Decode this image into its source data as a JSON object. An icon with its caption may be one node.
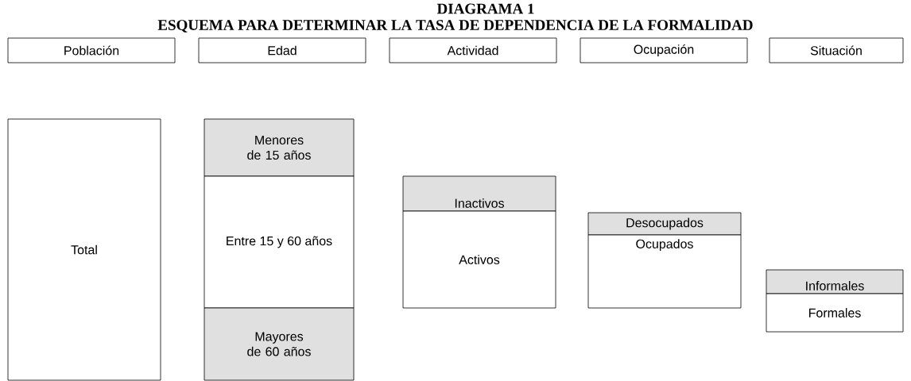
{
  "diagram": {
    "title": "ESQUEMA PARA DETERMINAR LA TASA DE DEPENDENCIA DE LA FORMALIDAD",
    "labels": [
      "DIAGRAMA 1"
    ],
    "nodes": [
      {
        "text": [
          "Población"
        ]
      },
      {
        "text": [
          "Edad"
        ]
      },
      {
        "text": [
          "Actividad"
        ]
      },
      {
        "text": [
          "Ocupación"
        ]
      },
      {
        "text": [
          "Situación"
        ]
      },
      {
        "text": [
          "Total"
        ]
      },
      {
        "text": [
          "Menores de 15 años"
        ]
      },
      {
        "text": [
          "Entre 15 y 60 años"
        ]
      },
      {
        "text": [
          "Mayores de 60 años"
        ]
      },
      {
        "text": [
          "Inactivos"
        ]
      },
      {
        "text": [
          "Activos"
        ]
      },
      {
        "text": [
          "Desocupados"
        ]
      },
      {
        "text": [
          "Ocupados"
        ]
      },
      {
        "text": [
          "Informales"
        ]
      },
      {
        "text": [
          "Formales"
        ]
      }
    ]
  }
}
